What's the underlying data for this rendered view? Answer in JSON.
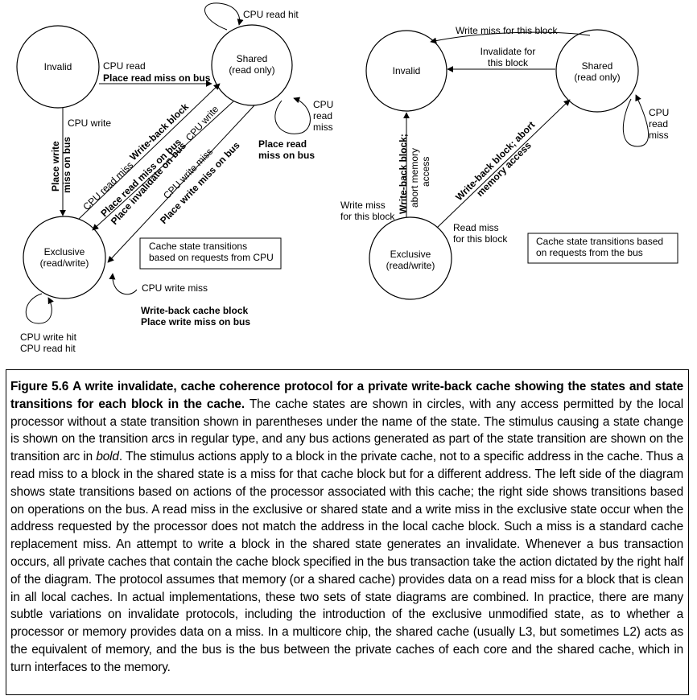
{
  "left": {
    "states": {
      "invalid": "Invalid",
      "shared_name": "Shared",
      "shared_access": "(read only)",
      "exclusive_name": "Exclusive",
      "exclusive_access": "(read/write)"
    },
    "labels": {
      "cpu_read_hit": "CPU read hit",
      "cpu_read": "CPU read",
      "place_read_miss": "Place read miss on bus",
      "cpu_write": "CPU write",
      "place_write_l1": "Place write",
      "place_write_l2": "miss on bus",
      "cpu_read_miss_diag": "CPU read miss",
      "write_back_block": "Write-back block",
      "place_read_miss_diag": "Place read miss on bus",
      "place_invalidate": "Place invalidate on bus",
      "cpu_write_diag": "CPU write",
      "cpu_write_miss_diag": "CPU write miss",
      "place_write_miss_diag": "Place write miss on bus",
      "cpu": "CPU",
      "read": "read",
      "miss": "miss",
      "place_read_l1": "Place read",
      "place_read_l2": "miss on bus",
      "box_l1": "Cache state transitions",
      "box_l2": "based on requests from CPU",
      "cpu_write_miss": "CPU write miss",
      "write_back_cache_block": "Write-back cache block",
      "place_write_miss": "Place write miss on bus",
      "cpu_write_hit": "CPU write hit",
      "cpu_read_hit2": "CPU read hit"
    }
  },
  "right": {
    "states": {
      "invalid": "Invalid",
      "shared_name": "Shared",
      "shared_access": "(read only)",
      "exclusive_name": "Exclusive",
      "exclusive_access": "(read/write)"
    },
    "labels": {
      "write_miss_block": "Write miss for this block",
      "invalidate_l1": "Invalidate for",
      "invalidate_l2": "this block",
      "cpu": "CPU",
      "read": "read",
      "miss": "miss",
      "wb_abort_l1": "Write-back block;",
      "wb_abort_l2": "abort memory",
      "wb_abort_l3": "access",
      "write_miss_l1": "Write miss",
      "write_miss_l2": "for this block",
      "wb_diag_l1": "Write-back block; abort",
      "wb_diag_l2": "memory access",
      "read_miss_l1": "Read miss",
      "read_miss_l2": "for this block",
      "box_l1": "Cache state transitions based",
      "box_l2": "on requests from the bus"
    }
  },
  "caption": {
    "figure_label": "Figure 5.6",
    "bold_text": "A write invalidate, cache coherence protocol for a private write-back cache showing the states and state transitions for each block in the cache.",
    "text_before_bold": "The cache states are shown in circles, with any access permitted by the local processor without a state transition shown in parentheses under the name of the state. The stimulus causing a state change is shown on the transition arcs in regular type, and any bus actions generated as part of the state transition are shown on the transition arc in",
    "italic_word": "bold",
    "text_after_bold": ". The stimulus actions apply to a block in the private cache, not to a specific address in the cache. Thus a read miss to a block in the shared state is a miss for that cache block but for a different address. The left side of the diagram shows state transitions based on actions of the processor associated with this cache; the right side shows transitions based on operations on the bus. A read miss in the exclusive or shared state and a write miss in the exclusive state occur when the address requested by the processor does not match the address in the local cache block. Such a miss is a standard cache replacement miss. An attempt to write a block in the shared state generates an invalidate. Whenever a bus transaction occurs, all private caches that contain the cache block specified in the bus transaction take the action dictated by the right half of the diagram. The protocol assumes that memory (or a shared cache) provides data on a read miss for a block that is clean in all local caches. In actual implementations, these two sets of state diagrams are combined. In practice, there are many subtle variations on invalidate protocols, including the introduction of the exclusive unmodified state, as to whether a processor or memory provides data on a miss. In a multicore chip, the shared cache (usually L3, but sometimes L2) acts as the equivalent of memory, and the bus is the bus between the private caches of each core and the shared cache, which in turn interfaces to the memory."
  }
}
